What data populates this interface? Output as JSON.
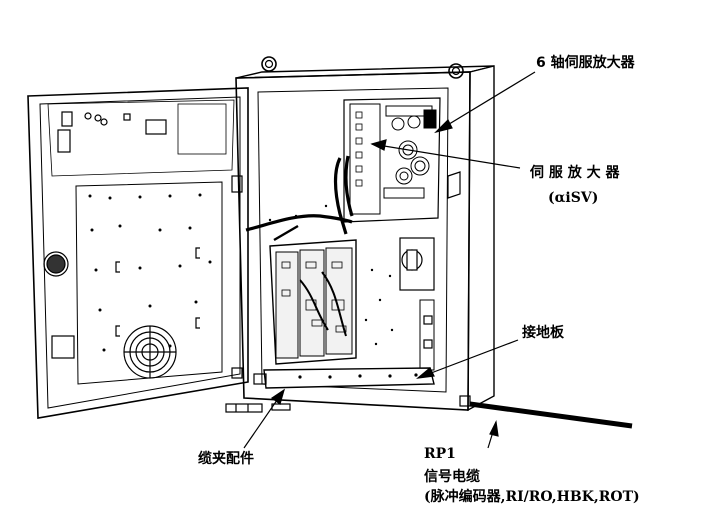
{
  "labels": {
    "six_axis_amp": "6 轴伺服放大器",
    "servo_amp": "伺 服 放 大 器",
    "servo_amp_model": "(αiSV)",
    "ground_plate": "接地板",
    "cable_clamp": "缆夹配件",
    "rp1_title": "RP1",
    "rp1_cable": "信号电缆",
    "rp1_detail": "(脉冲编码器,RI/RO,HBK,ROT)"
  },
  "colors": {
    "line": "#000000",
    "panel_fill": "#ffffff",
    "module_fill": "#f2f2f2"
  }
}
